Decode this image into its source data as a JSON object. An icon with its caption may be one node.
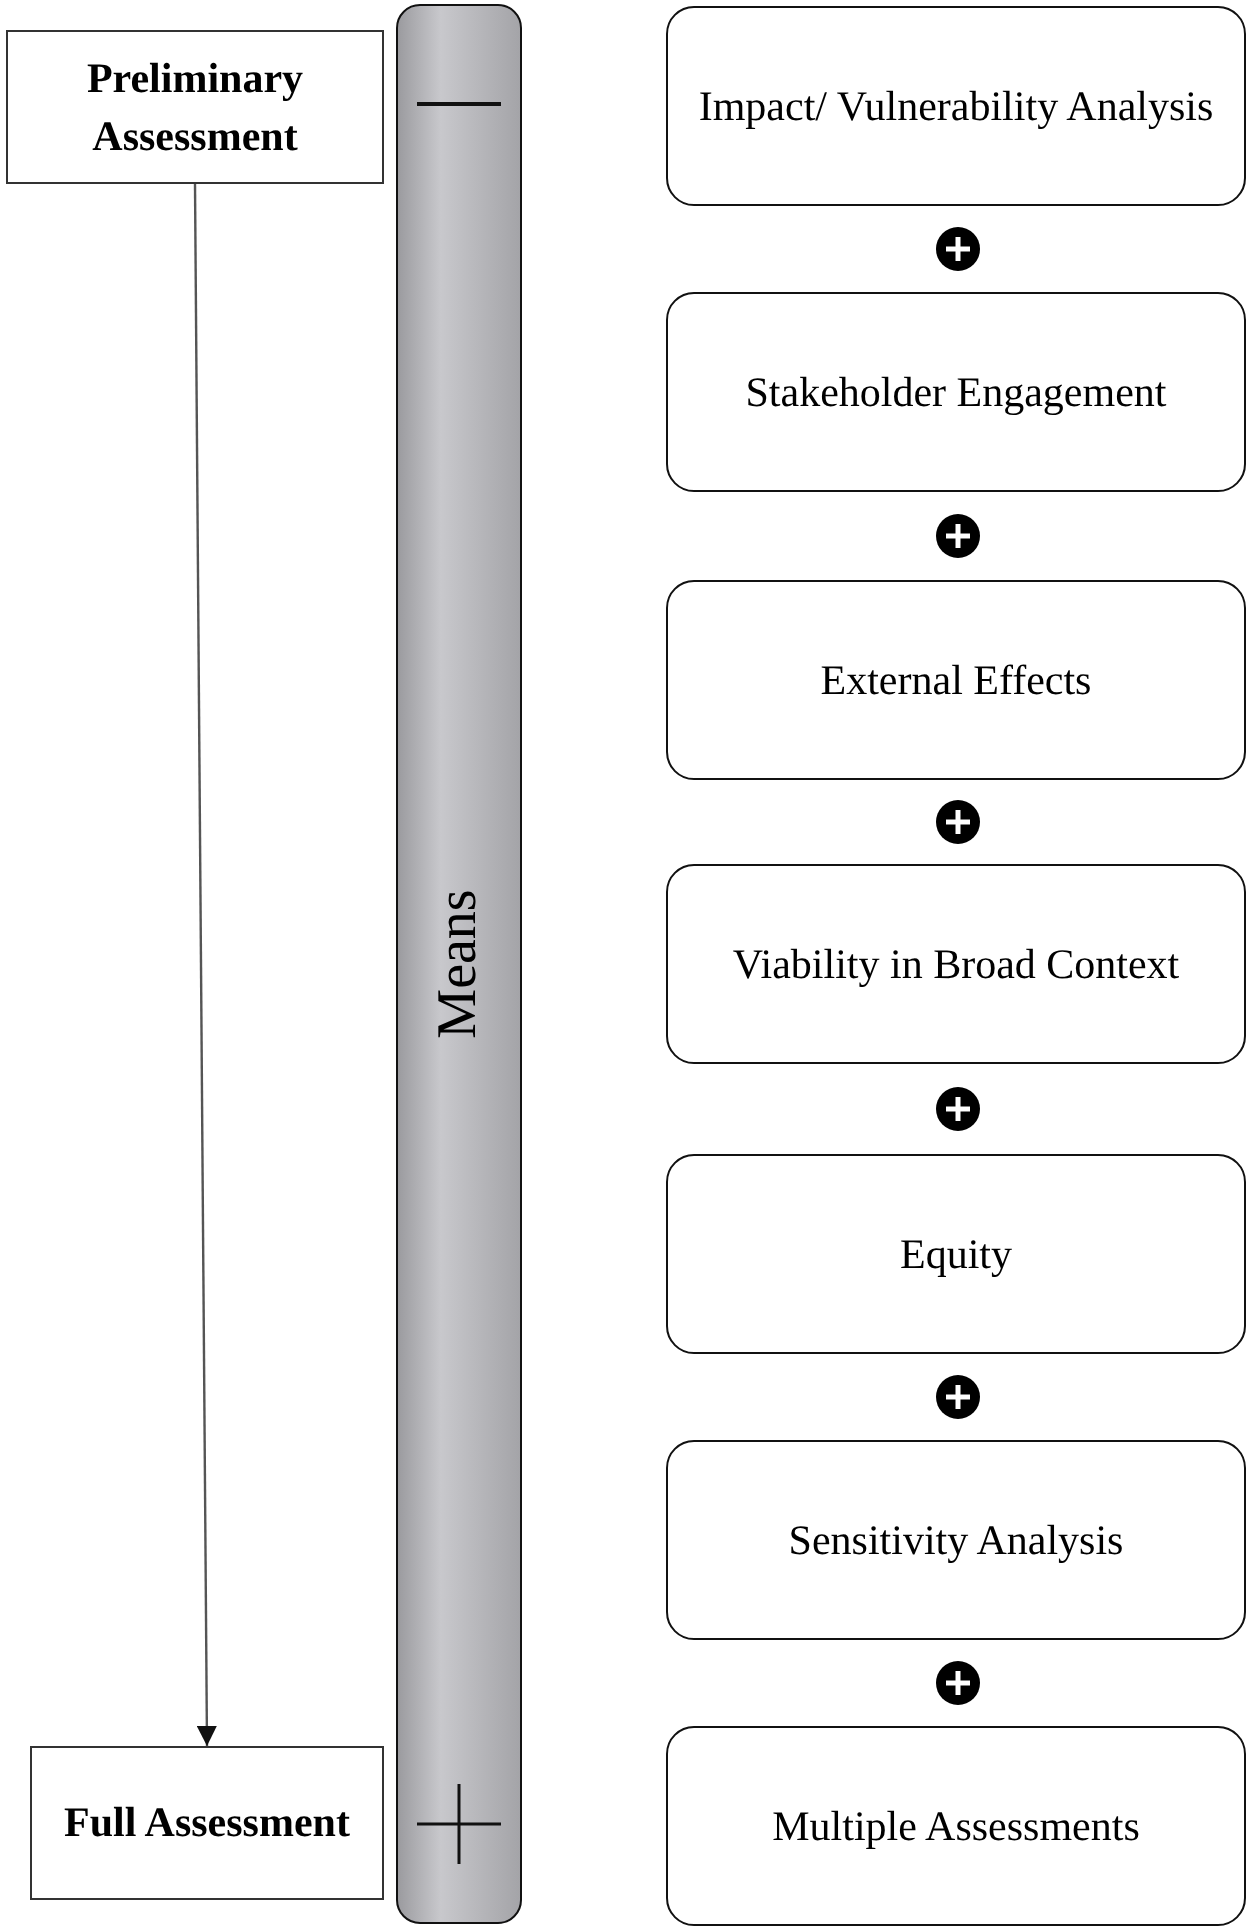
{
  "diagram": {
    "nodes": [
      {
        "text": [
          "Preliminary Assessment"
        ]
      },
      {
        "text": [
          "Full Assessment"
        ]
      },
      {
        "text": [
          "Means"
        ]
      },
      {
        "text": [
          "Impact/ Vulnerability Analysis"
        ]
      },
      {
        "text": [
          "Stakeholder Engagement"
        ]
      },
      {
        "text": [
          "External Effects"
        ]
      },
      {
        "text": [
          "Viability in Broad Context"
        ]
      },
      {
        "text": [
          "Equity"
        ]
      },
      {
        "text": [
          "Sensitivity Analysis"
        ]
      },
      {
        "text": [
          "Multiple Assessments"
        ]
      }
    ],
    "edges": [
      {
        "from": 0,
        "to": 1,
        "arrow": "to"
      }
    ]
  }
}
